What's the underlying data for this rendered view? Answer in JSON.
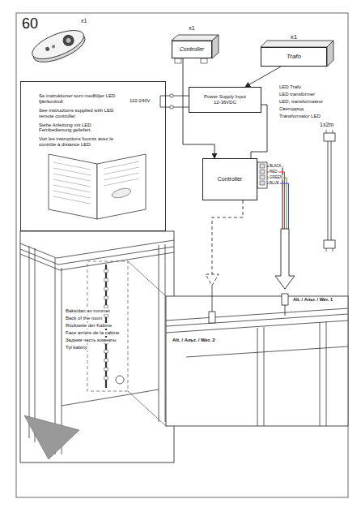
{
  "diagram": {
    "nodes": [
      {
        "text": [
          "x1",
          "Controller"
        ]
      },
      {
        "text": [
          "x1",
          "Trafo"
        ]
      },
      {
        "text": [
          "Se instruktioner som medföljer LED fjärrkontroll",
          "See instructions supplied with LED remote controller.",
          "Siehe Anleitung mit LED Fernbedienung geliefert.",
          "Voir les instructions fournis avec le contrôle à distance LED."
        ]
      },
      {
        "text": [
          "Power Supply Input 12-36VDC"
        ]
      },
      {
        "text": [
          "Controller"
        ]
      }
    ],
    "edges": [
      {
        "from": 0,
        "to": 4,
        "arrow": "to"
      },
      {
        "from": 1,
        "to": 3,
        "arrow": "to"
      },
      {
        "from": 3,
        "to": 4,
        "arrow": "none"
      }
    ],
    "labels": [
      "60",
      "x1",
      "110-240V",
      "LED Trafo",
      "LED transformer",
      "LED, transformateur",
      "Светодиод",
      "Transformator LED",
      "BLACK",
      "RED",
      "GREEN",
      "BLUE",
      "1x2m",
      "Baksidan av rummet",
      "Back of the room",
      "Rückseite der Kabine",
      "Face arrière de la cabine",
      "Задняя часть комнаты",
      "Tył kabiny",
      "Alt. / Альт. / Wer. 2",
      "Alt. / Альт. / Wer. 1"
    ]
  }
}
